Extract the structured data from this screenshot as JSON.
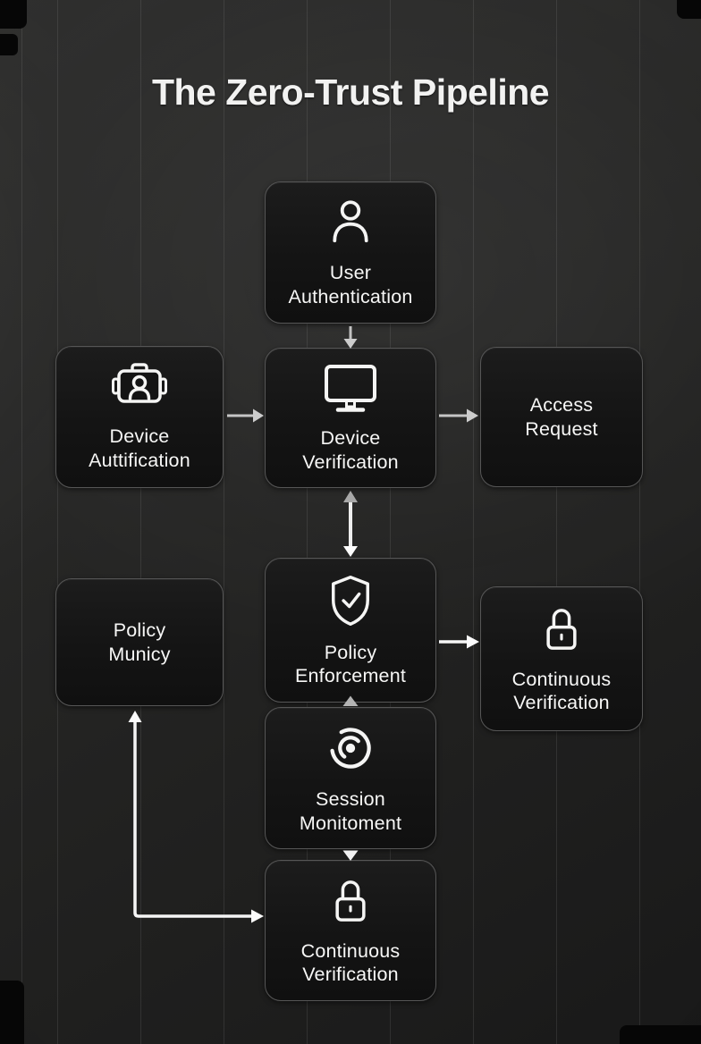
{
  "title": "The Zero-Trust Pipeline",
  "colors": {
    "background": "#232322",
    "box_fill": "#141414",
    "box_border": "#565656",
    "text": "#f7f7f6",
    "arrow_light": "#c9c9c9",
    "arrow_white": "#f5f5f5"
  },
  "nodes": [
    {
      "id": "user-authentication",
      "icon": "user-icon",
      "line1": "User",
      "line2": "Authentication"
    },
    {
      "id": "device-auttification",
      "icon": "id-badge-icon",
      "line1": "Device",
      "line2": "Auttification"
    },
    {
      "id": "device-verification",
      "icon": "monitor-icon",
      "line1": "Device",
      "line2": "Verification"
    },
    {
      "id": "access-request",
      "icon": "none",
      "line1": "Access",
      "line2": "Request"
    },
    {
      "id": "policy-municy",
      "icon": "none",
      "line1": "Policy",
      "line2": "Municy"
    },
    {
      "id": "policy-enforcement",
      "icon": "shield-check-icon",
      "line1": "Policy",
      "line2": "Enforcement"
    },
    {
      "id": "continuous-verification-right",
      "icon": "padlock-icon",
      "line1": "Continuous",
      "line2": "Verification"
    },
    {
      "id": "session-monitoment",
      "icon": "radar-icon",
      "line1": "Session",
      "line2": "Monitoment"
    },
    {
      "id": "continuous-verification-bottom",
      "icon": "padlock-icon",
      "line1": "Continuous",
      "line2": "Verification"
    }
  ],
  "edges": [
    {
      "from": "User Authentication",
      "to": "Device Verification",
      "shape": "short-down-arrow"
    },
    {
      "from": "Device Auttification",
      "to": "Device Verification",
      "shape": "right-arrow"
    },
    {
      "from": "Device Verification",
      "to": "Access Request",
      "shape": "right-arrow"
    },
    {
      "between": [
        "Device Verification",
        "Policy Enforcement"
      ],
      "shape": "vertical-double-headed-arrow"
    },
    {
      "from": "Session Monitoment",
      "to": "Policy Enforcement",
      "shape": "up-triangle"
    },
    {
      "from": "Policy Enforcement",
      "to": "Continuous Verification (right)",
      "shape": "right-arrow"
    },
    {
      "from": "Session Monitoment",
      "to": "Continuous Verification (bottom)",
      "shape": "down-triangle"
    },
    {
      "between": [
        "Policy Municy",
        "Continuous Verification (bottom)"
      ],
      "shape": "elbow-double-headed-arrow"
    }
  ]
}
